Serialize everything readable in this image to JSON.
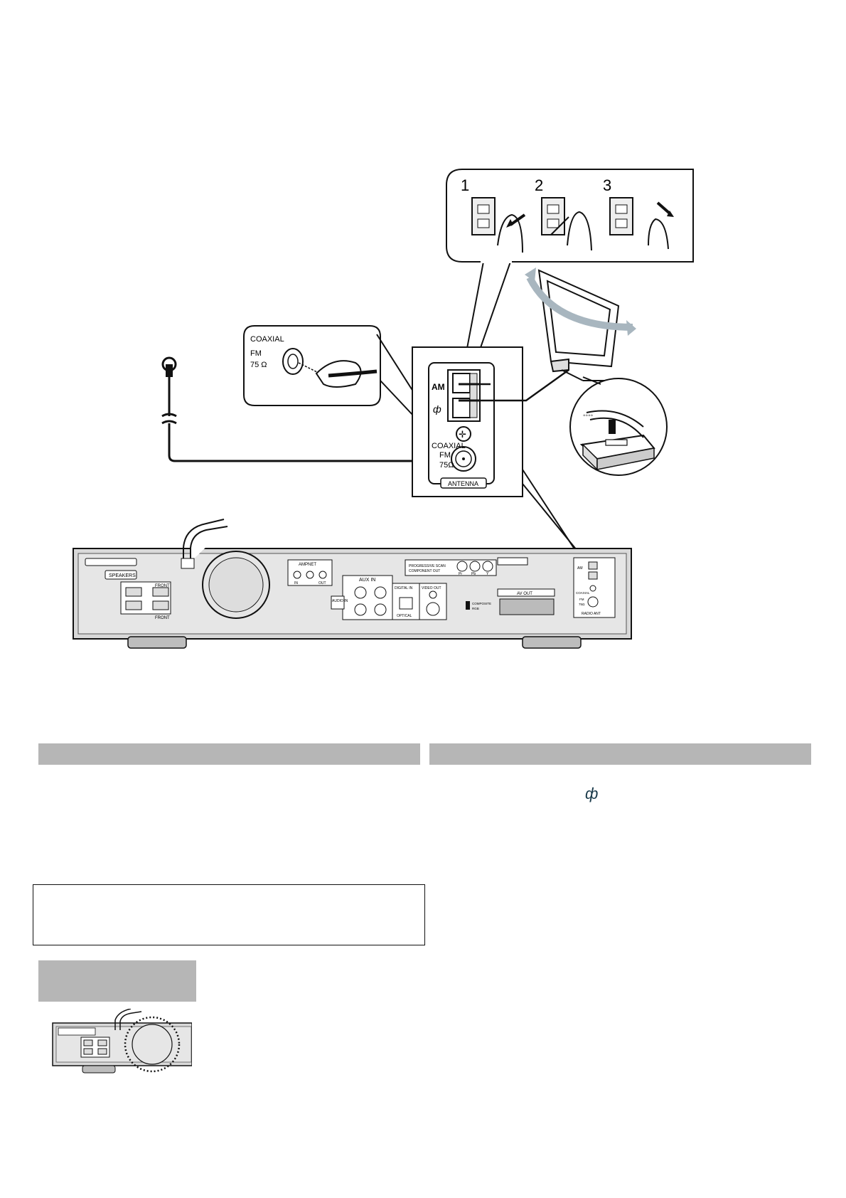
{
  "steps": [
    "1",
    "2",
    "3"
  ],
  "coax_detail": {
    "line1": "COAXIAL",
    "line2": "FM",
    "line3": "75 Ω"
  },
  "antenna_panel": {
    "am_label": "AM",
    "ground_symbol": "ф",
    "coax_line1": "COAXIAL",
    "coax_line2": "FM",
    "coax_line3": "75Ω",
    "footer_label": "ANTENNA"
  },
  "rear_panel": {
    "speakers_label": "SPEAKERS",
    "front_top": "FRONT",
    "front_bottom": "FRONT",
    "ampnet_label": "AMPNET",
    "ampnet_in": "IN",
    "ampnet_out": "OUT",
    "aux_in_label": "AUX IN",
    "audio_in_label": "AUDIO IN",
    "digital_in_label": "DIGITAL IN",
    "optical_label": "OPTICAL",
    "video_out_label": "VIDEO OUT",
    "progressive_line1": "PROGRESSIVE SCAN",
    "progressive_line2": "COMPONENT OUT",
    "pr_label": "Pr",
    "pb_label": "Pb",
    "y_label": "Y",
    "composite_label": "COMPOSITE",
    "rgb_label": "RGB",
    "av_out_label": "AV OUT",
    "radio_am": "AM",
    "radio_coax": "COAXIAL",
    "radio_fm": "FM",
    "radio_ohm": "75Ω",
    "radio_ant_label": "RADIO ANT"
  },
  "right_section": {
    "ground_symbol": "ф"
  },
  "colors": {
    "bar_gray": "#b6b6b6",
    "panel_gray": "#d9d9d9",
    "arrow_gray": "#a8b6bf"
  }
}
